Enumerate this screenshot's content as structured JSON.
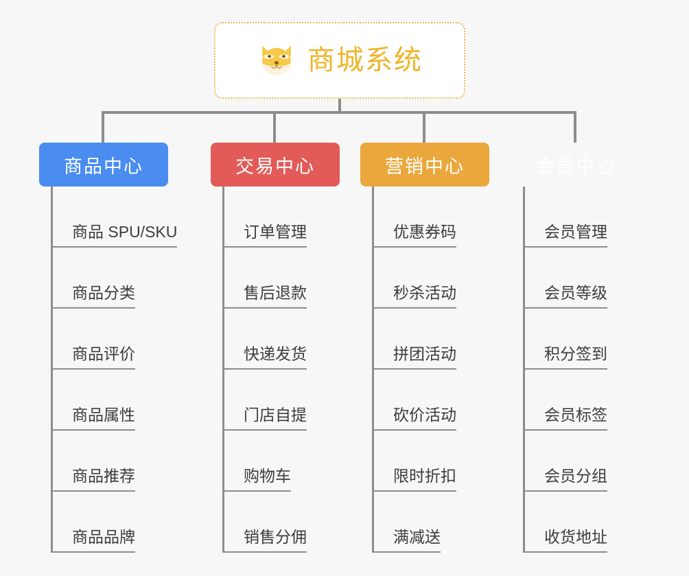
{
  "root": {
    "title": "商城系统",
    "icon": "shiba-dog-icon",
    "accent_color": "#f0b429",
    "border_color": "#eab64e",
    "background": "#ffffff"
  },
  "canvas": {
    "background_color": "#f7f7f7",
    "connector_color": "#8c8c8c"
  },
  "branches": [
    {
      "label": "商品中心",
      "color": "#4a8cf0",
      "items": [
        "商品 SPU/SKU",
        "商品分类",
        "商品评价",
        "商品属性",
        "商品推荐",
        "商品品牌"
      ]
    },
    {
      "label": "交易中心",
      "color": "#e35b58",
      "items": [
        "订单管理",
        "售后退款",
        "快递发货",
        "门店自提",
        "购物车",
        "销售分佣"
      ]
    },
    {
      "label": "营销中心",
      "color": "#eaa83c",
      "items": [
        "优惠券码",
        "秒杀活动",
        "拼团活动",
        "砍价活动",
        "限时折扣",
        "满减送"
      ]
    },
    {
      "label": "会员中心",
      "color": "#78c council",
      "items": [
        "会员管理",
        "会员等级",
        "积分签到",
        "会员标签",
        "会员分组",
        "收货地址"
      ]
    }
  ]
}
